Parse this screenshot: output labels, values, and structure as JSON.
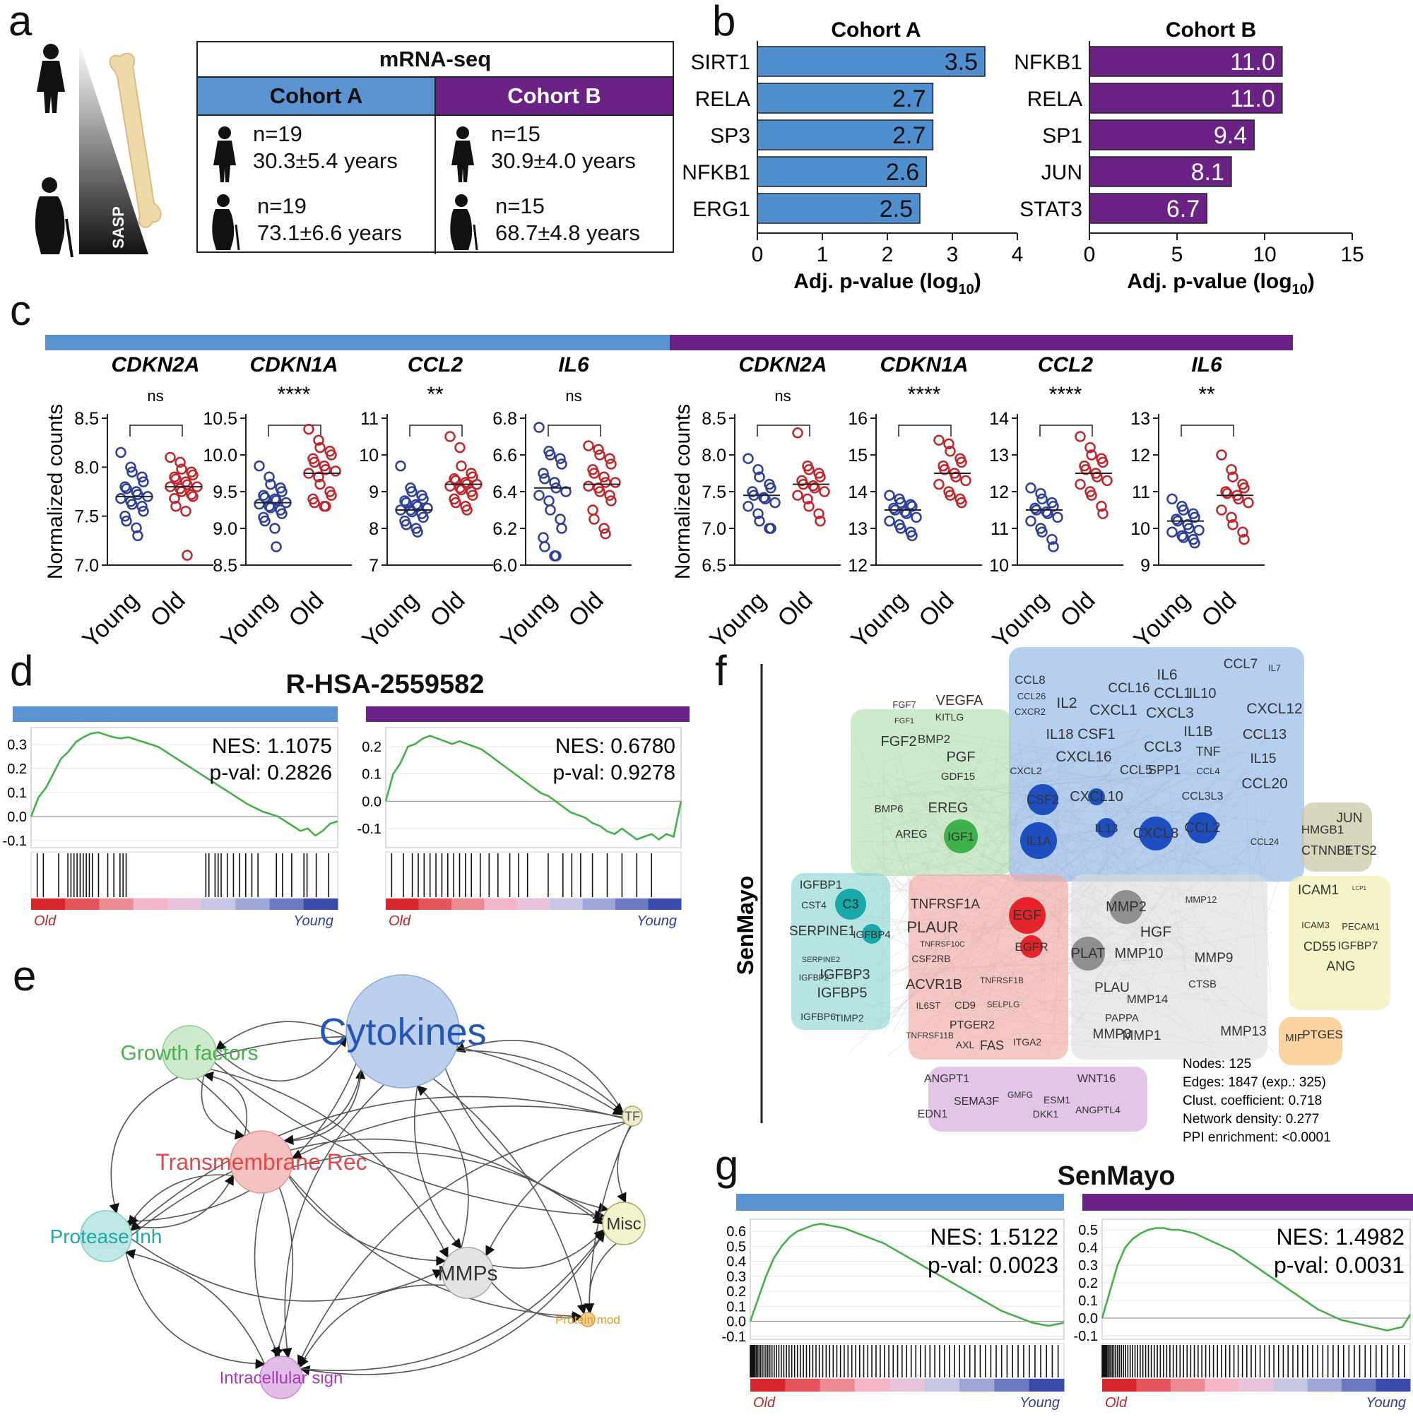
{
  "panel_labels": {
    "a": "a",
    "b": "b",
    "c": "c",
    "d": "d",
    "e": "e",
    "f": "f",
    "g": "g"
  },
  "colors": {
    "cohortA": "#4f8fd0",
    "cohortB": "#6a2285",
    "old": "#c0272d",
    "young": "#2f3f9a",
    "gsea_line": "#47b04a"
  },
  "panel_a": {
    "sasp_label": "SASP",
    "table_title": "mRNA-seq",
    "cohortA": {
      "label": "Cohort A",
      "young_n": "n=19",
      "young_age": "30.3±5.4 years",
      "old_n": "n=19",
      "old_age": "73.1±6.6 years"
    },
    "cohortB": {
      "label": "Cohort B",
      "young_n": "n=15",
      "young_age": "30.9±4.0 years",
      "old_n": "n=15",
      "old_age": "68.7±4.8 years"
    }
  },
  "chart_data": [
    {
      "id": "b_cohortA",
      "type": "bar",
      "orientation": "horizontal",
      "title": "Cohort A",
      "categories": [
        "SIRT1",
        "RELA",
        "SP3",
        "NFKB1",
        "ERG1"
      ],
      "values": [
        3.5,
        2.7,
        2.7,
        2.6,
        2.5
      ],
      "value_labels": [
        "3.5",
        "2.7",
        "2.7",
        "2.6",
        "2.5"
      ],
      "xlim": [
        0,
        4
      ],
      "xticks": [
        "0",
        "1",
        "2",
        "3",
        "4"
      ],
      "xlabel": "Adj. p-value (log",
      "xlabel_sub": "10",
      "xlabel_end": ")"
    },
    {
      "id": "b_cohortB",
      "type": "bar",
      "orientation": "horizontal",
      "title": "Cohort B",
      "categories": [
        "NFKB1",
        "RELA",
        "SP1",
        "JUN",
        "STAT3"
      ],
      "values": [
        11.0,
        11.0,
        9.4,
        8.1,
        6.7
      ],
      "value_labels": [
        "11.0",
        "11.0",
        "9.4",
        "8.1",
        "6.7"
      ],
      "xlim": [
        0,
        15
      ],
      "xticks": [
        "0",
        "5",
        "10",
        "15"
      ],
      "xlabel": "Adj. p-value (log",
      "xlabel_sub": "10",
      "xlabel_end": ")"
    },
    {
      "id": "c_A_CDKN2A",
      "type": "scatter",
      "title": "CDKN2A",
      "sig": "ns",
      "ylabel": "Normalized counts",
      "ylim": [
        7.0,
        8.5
      ],
      "yticks": [
        "7.0",
        "7.5",
        "8.0",
        "8.5"
      ],
      "ytick_values": [
        7.0,
        7.5,
        8.0,
        8.5
      ],
      "categories": [
        "Young",
        "Old"
      ],
      "young": [
        8.15,
        8.0,
        7.95,
        7.9,
        7.85,
        7.8,
        7.78,
        7.75,
        7.72,
        7.7,
        7.68,
        7.65,
        7.62,
        7.6,
        7.55,
        7.5,
        7.45,
        7.38,
        7.3
      ],
      "young_mean": 7.7,
      "old": [
        8.1,
        8.05,
        7.98,
        7.95,
        7.92,
        7.9,
        7.88,
        7.85,
        7.82,
        7.8,
        7.8,
        7.78,
        7.75,
        7.72,
        7.7,
        7.68,
        7.6,
        7.55,
        7.1
      ],
      "old_mean": 7.8
    },
    {
      "id": "c_A_CDKN1A",
      "type": "scatter",
      "title": "CDKN1A",
      "sig": "****",
      "ylim": [
        8.5,
        10.5
      ],
      "yticks": [
        "8.5",
        "9.0",
        "9.5",
        "10.0",
        "10.5"
      ],
      "ytick_values": [
        8.5,
        9.0,
        9.5,
        10.0,
        10.5
      ],
      "categories": [
        "Young",
        "Old"
      ],
      "young": [
        9.85,
        9.7,
        9.6,
        9.55,
        9.5,
        9.45,
        9.42,
        9.4,
        9.38,
        9.35,
        9.33,
        9.3,
        9.28,
        9.25,
        9.2,
        9.15,
        9.1,
        9.0,
        8.75
      ],
      "young_mean": 9.35,
      "old": [
        10.35,
        10.2,
        10.1,
        10.05,
        10.0,
        9.95,
        9.9,
        9.85,
        9.8,
        9.78,
        9.75,
        9.7,
        9.6,
        9.5,
        9.45,
        9.4,
        9.35,
        9.3,
        9.3
      ],
      "old_mean": 9.75
    },
    {
      "id": "c_A_CCL2",
      "type": "scatter",
      "title": "CCL2",
      "sig": "**",
      "ylim": [
        7,
        11
      ],
      "yticks": [
        "7",
        "8",
        "9",
        "10",
        "11"
      ],
      "ytick_values": [
        7,
        8,
        9,
        10,
        11
      ],
      "categories": [
        "Young",
        "Old"
      ],
      "young": [
        9.7,
        9.1,
        9.0,
        8.9,
        8.8,
        8.75,
        8.7,
        8.65,
        8.6,
        8.55,
        8.5,
        8.5,
        8.45,
        8.4,
        8.3,
        8.2,
        8.1,
        8.0,
        7.9
      ],
      "young_mean": 8.5,
      "old": [
        10.5,
        10.2,
        9.7,
        9.5,
        9.4,
        9.35,
        9.3,
        9.25,
        9.2,
        9.2,
        9.15,
        9.1,
        9.05,
        9.0,
        8.9,
        8.8,
        8.7,
        8.6,
        8.5
      ],
      "old_mean": 9.2
    },
    {
      "id": "c_A_IL6",
      "type": "scatter",
      "title": "IL6",
      "sig": "ns",
      "ylim": [
        6.0,
        6.8
      ],
      "yticks": [
        "6.0",
        "6.2",
        "6.4",
        "6.6",
        "6.8"
      ],
      "ytick_values": [
        6.0,
        6.2,
        6.4,
        6.6,
        6.8
      ],
      "categories": [
        "Young",
        "Old"
      ],
      "young": [
        6.75,
        6.62,
        6.6,
        6.58,
        6.55,
        6.5,
        6.47,
        6.45,
        6.42,
        6.4,
        6.38,
        6.35,
        6.3,
        6.25,
        6.2,
        6.15,
        6.1,
        6.05,
        6.05
      ],
      "young_mean": 6.42,
      "old": [
        6.65,
        6.63,
        6.6,
        6.58,
        6.55,
        6.52,
        6.5,
        6.48,
        6.45,
        6.45,
        6.43,
        6.42,
        6.4,
        6.38,
        6.35,
        6.3,
        6.25,
        6.2,
        6.17
      ],
      "old_mean": 6.44
    },
    {
      "id": "c_B_CDKN2A",
      "type": "scatter",
      "title": "CDKN2A",
      "sig": "ns",
      "ylabel": "Normalized counts",
      "ylim": [
        6.5,
        8.5
      ],
      "yticks": [
        "6.5",
        "7.0",
        "7.5",
        "8.0",
        "8.5"
      ],
      "ytick_values": [
        6.5,
        7.0,
        7.5,
        8.0,
        8.5
      ],
      "categories": [
        "Young",
        "Old"
      ],
      "young": [
        7.95,
        7.8,
        7.7,
        7.6,
        7.55,
        7.5,
        7.45,
        7.42,
        7.4,
        7.35,
        7.3,
        7.2,
        7.1,
        7.0,
        7.0
      ],
      "young_mean": 7.45,
      "old": [
        8.3,
        7.85,
        7.8,
        7.75,
        7.7,
        7.65,
        7.6,
        7.58,
        7.55,
        7.5,
        7.45,
        7.4,
        7.3,
        7.2,
        7.1
      ],
      "old_mean": 7.6
    },
    {
      "id": "c_B_CDKN1A",
      "type": "scatter",
      "title": "CDKN1A",
      "sig": "****",
      "ylim": [
        12,
        16
      ],
      "yticks": [
        "12",
        "13",
        "14",
        "15",
        "16"
      ],
      "ytick_values": [
        12,
        13,
        14,
        15,
        16
      ],
      "categories": [
        "Young",
        "Old"
      ],
      "young": [
        13.9,
        13.8,
        13.7,
        13.65,
        13.6,
        13.55,
        13.5,
        13.45,
        13.4,
        13.3,
        13.2,
        13.1,
        13.0,
        12.9,
        12.8
      ],
      "young_mean": 13.5,
      "old": [
        15.4,
        15.3,
        15.1,
        14.9,
        14.8,
        14.7,
        14.6,
        14.5,
        14.4,
        14.3,
        14.2,
        14.0,
        13.9,
        13.8,
        13.7
      ],
      "old_mean": 14.5
    },
    {
      "id": "c_B_CCL2",
      "type": "scatter",
      "title": "CCL2",
      "sig": "****",
      "ylim": [
        10,
        14
      ],
      "yticks": [
        "10",
        "11",
        "12",
        "13",
        "14"
      ],
      "ytick_values": [
        10,
        11,
        12,
        13,
        14
      ],
      "categories": [
        "Young",
        "Old"
      ],
      "young": [
        12.1,
        11.95,
        11.8,
        11.7,
        11.6,
        11.55,
        11.5,
        11.45,
        11.4,
        11.3,
        11.2,
        11.0,
        10.9,
        10.7,
        10.5
      ],
      "young_mean": 11.5,
      "old": [
        13.5,
        13.2,
        13.0,
        12.9,
        12.8,
        12.7,
        12.6,
        12.5,
        12.4,
        12.3,
        12.2,
        12.0,
        11.9,
        11.6,
        11.4
      ],
      "old_mean": 12.5
    },
    {
      "id": "c_B_IL6",
      "type": "scatter",
      "title": "IL6",
      "sig": "**",
      "ylim": [
        9,
        13
      ],
      "yticks": [
        "9",
        "10",
        "11",
        "12",
        "13"
      ],
      "ytick_values": [
        9,
        10,
        11,
        12,
        13
      ],
      "categories": [
        "Young",
        "Old"
      ],
      "young": [
        10.8,
        10.6,
        10.5,
        10.4,
        10.3,
        10.25,
        10.2,
        10.1,
        10.0,
        9.95,
        9.9,
        9.8,
        9.75,
        9.7,
        9.6
      ],
      "young_mean": 10.2,
      "old": [
        12.0,
        11.6,
        11.4,
        11.2,
        11.1,
        11.0,
        10.95,
        10.9,
        10.8,
        10.7,
        10.5,
        10.3,
        10.1,
        9.9,
        9.7
      ],
      "old_mean": 10.9
    }
  ],
  "panel_d": {
    "title": "R-HSA-2559582",
    "left": {
      "nes": "NES: 1.1075",
      "pval": "p-val: 0.2826",
      "yticks": [
        "0.3",
        "0.2",
        "0.1",
        "0.0",
        "-0.1"
      ],
      "ytick_values": [
        0.3,
        0.2,
        0.1,
        0.0,
        -0.1
      ],
      "ylim": [
        -0.13,
        0.37
      ],
      "es_curve": [
        0,
        0.08,
        0.12,
        0.18,
        0.24,
        0.27,
        0.31,
        0.33,
        0.345,
        0.35,
        0.34,
        0.33,
        0.325,
        0.33,
        0.32,
        0.31,
        0.3,
        0.29,
        0.27,
        0.25,
        0.23,
        0.21,
        0.19,
        0.17,
        0.15,
        0.13,
        0.11,
        0.09,
        0.07,
        0.05,
        0.035,
        0.02,
        0.01,
        0.0,
        -0.02,
        -0.04,
        -0.06,
        -0.05,
        -0.08,
        -0.06,
        -0.03,
        -0.02
      ],
      "hits": [
        0.02,
        0.04,
        0.09,
        0.12,
        0.13,
        0.14,
        0.15,
        0.16,
        0.17,
        0.18,
        0.19,
        0.2,
        0.22,
        0.25,
        0.27,
        0.29,
        0.3,
        0.31,
        0.57,
        0.58,
        0.6,
        0.61,
        0.62,
        0.64,
        0.66,
        0.68,
        0.7,
        0.72,
        0.74,
        0.8,
        0.82,
        0.85,
        0.89,
        0.9,
        0.93,
        0.97
      ]
    },
    "right": {
      "nes": "NES: 0.6780",
      "pval": "p-val: 0.9278",
      "yticks": [
        "0.2",
        "0.1",
        "0.0",
        "-0.1"
      ],
      "ytick_values": [
        0.2,
        0.1,
        0.0,
        -0.1
      ],
      "ylim": [
        -0.17,
        0.27
      ],
      "es_curve": [
        0,
        0.1,
        0.14,
        0.2,
        0.21,
        0.23,
        0.24,
        0.23,
        0.22,
        0.21,
        0.22,
        0.21,
        0.2,
        0.19,
        0.17,
        0.15,
        0.13,
        0.11,
        0.09,
        0.07,
        0.05,
        0.03,
        0.02,
        0.0,
        -0.02,
        -0.04,
        -0.05,
        -0.06,
        -0.08,
        -0.09,
        -0.11,
        -0.12,
        -0.1,
        -0.12,
        -0.14,
        -0.13,
        -0.12,
        -0.14,
        -0.12,
        -0.13,
        0.0
      ],
      "hits": [
        0.02,
        0.06,
        0.09,
        0.11,
        0.13,
        0.15,
        0.17,
        0.19,
        0.21,
        0.23,
        0.25,
        0.27,
        0.29,
        0.32,
        0.35,
        0.38,
        0.42,
        0.45,
        0.48,
        0.55,
        0.6,
        0.63,
        0.66,
        0.7,
        0.75,
        0.8,
        0.85,
        0.9
      ]
    },
    "old_label": "Old",
    "young_label": "Young"
  },
  "panel_e": {
    "nodes": [
      {
        "id": "cytokines",
        "label": "Cytokines"
      },
      {
        "id": "growth",
        "label": "Growth factors"
      },
      {
        "id": "transmembrane",
        "label": "Transmembrane Rec"
      },
      {
        "id": "protease",
        "label": "Protease Inh"
      },
      {
        "id": "mmps",
        "label": "MMPs"
      },
      {
        "id": "tf",
        "label": "TF"
      },
      {
        "id": "misc",
        "label": "Misc"
      },
      {
        "id": "proteinmod",
        "label": "Protein mod"
      },
      {
        "id": "intracellular",
        "label": "Intracellular sign"
      }
    ]
  },
  "panel_f": {
    "vertical_label": "SenMayo",
    "stats": [
      "Nodes: 125",
      "Edges: 1847 (exp.: 325)",
      "Clust. coefficient: 0.718",
      "Network density: 0.277",
      "PPI enrichment: <0.0001"
    ],
    "genes_blue": [
      "IL7",
      "CCL7",
      "IL6",
      "CCL16",
      "CCL8",
      "CCL26",
      "IL2",
      "CXCR2",
      "CXCL1",
      "CCL1",
      "IL10",
      "CXCL12",
      "CXCL3",
      "IL1B",
      "CCL13",
      "IL18",
      "CSF1",
      "CXCL16",
      "CCL3",
      "TNF",
      "IL15",
      "CXCL2",
      "CCL5",
      "SPP1",
      "CCL4",
      "CCL20",
      "CCL3L3",
      "CCL24"
    ],
    "genes_blue_nodes": [
      "CSF2",
      "CXCL10",
      "IL1A",
      "IL13",
      "CXCL8",
      "CCL2"
    ],
    "genes_green": [
      "FGF7",
      "VEGFA",
      "FGF1",
      "KITLG",
      "FGF2",
      "BMP2",
      "PGF",
      "GDF15",
      "BMP6",
      "EREG",
      "AREG"
    ],
    "gene_green_node": "IGF1",
    "genes_teal": [
      "IGFBP1",
      "CST4",
      "SERPINE1",
      "SERPINE2",
      "IGFBP2",
      "IGFBP3",
      "IGFBP5",
      "IGFBP6",
      "TIMP2"
    ],
    "genes_teal_nodes": [
      "C3",
      "IGFBP4"
    ],
    "genes_red": [
      "TNFRSF1A",
      "PLAUR",
      "TNFRSF10C",
      "CSF2RB",
      "ACVR1B",
      "TNFRSF1B",
      "IL6ST",
      "CD9",
      "SELPLG",
      "PTGER2",
      "TNFRSF11B",
      "AXL",
      "FAS",
      "ITGA2"
    ],
    "genes_red_nodes": [
      "EGF",
      "EGFR"
    ],
    "genes_grey": [
      "MMP12",
      "HGF",
      "MMP10",
      "MMP9",
      "PLAU",
      "CTSB",
      "MMP14",
      "PAPPA",
      "MMP1",
      "MMP3",
      "MMP13"
    ],
    "genes_grey_nodes": [
      "MMP2",
      "PLAT"
    ],
    "genes_olive": [
      "JUN",
      "HMGB1",
      "CTNNB1",
      "ETS2"
    ],
    "genes_yellow": [
      "ICAM1",
      "LCP1",
      "ICAM3",
      "PECAM1",
      "CD55",
      "IGFBP7",
      "ANG"
    ],
    "genes_orange": [
      "MIF",
      "PTGES"
    ],
    "genes_purple": [
      "ANGPT1",
      "WNT16",
      "SEMA3F",
      "GMFG",
      "ESM1",
      "EDN1",
      "DKK1",
      "ANGPTL4"
    ]
  },
  "panel_g": {
    "title": "SenMayo",
    "left": {
      "nes": "NES: 1.5122",
      "pval": "p-val: 0.0023",
      "yticks": [
        "0.6",
        "0.5",
        "0.4",
        "0.3",
        "0.2",
        "0.1",
        "0.0",
        "-0.1"
      ],
      "ytick_values": [
        0.6,
        0.5,
        0.4,
        0.3,
        0.2,
        0.1,
        0.0,
        -0.1
      ],
      "ylim": [
        -0.12,
        0.68
      ],
      "es_curve": [
        0,
        0.15,
        0.3,
        0.42,
        0.5,
        0.56,
        0.6,
        0.62,
        0.64,
        0.65,
        0.64,
        0.63,
        0.62,
        0.6,
        0.58,
        0.56,
        0.54,
        0.52,
        0.49,
        0.46,
        0.43,
        0.4,
        0.37,
        0.34,
        0.31,
        0.28,
        0.25,
        0.22,
        0.19,
        0.16,
        0.13,
        0.1,
        0.07,
        0.05,
        0.03,
        0.01,
        -0.01,
        -0.02,
        -0.03,
        -0.02,
        -0.01
      ]
    },
    "right": {
      "nes": "NES: 1.4982",
      "pval": "p-val: 0.0031",
      "yticks": [
        "0.5",
        "0.4",
        "0.3",
        "0.2",
        "0.1",
        "0.0",
        "-0.1"
      ],
      "ytick_values": [
        0.5,
        0.4,
        0.3,
        0.2,
        0.1,
        0.0,
        -0.1
      ],
      "ylim": [
        -0.12,
        0.56
      ],
      "es_curve": [
        0,
        0.15,
        0.3,
        0.4,
        0.45,
        0.48,
        0.5,
        0.51,
        0.51,
        0.5,
        0.5,
        0.49,
        0.48,
        0.46,
        0.44,
        0.42,
        0.4,
        0.38,
        0.35,
        0.32,
        0.29,
        0.26,
        0.23,
        0.2,
        0.17,
        0.14,
        0.11,
        0.08,
        0.05,
        0.03,
        0.01,
        -0.01,
        -0.02,
        -0.03,
        -0.04,
        -0.05,
        -0.06,
        -0.07,
        -0.06,
        -0.05,
        0.02
      ]
    },
    "old_label": "Old",
    "young_label": "Young"
  }
}
